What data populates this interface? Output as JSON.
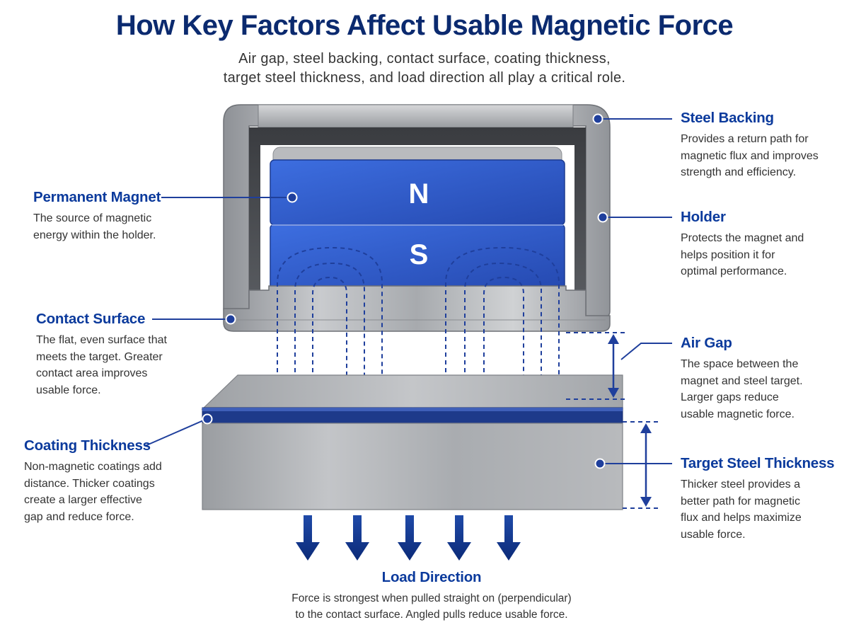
{
  "title": "How Key Factors Affect Usable Magnetic Force",
  "subtitle": {
    "line1": "Air gap, steel backing, contact surface, coating thickness,",
    "line2": "target steel thickness, and load direction all play a critical role."
  },
  "magnet": {
    "north_label": "N",
    "south_label": "S"
  },
  "callouts": {
    "steel_backing": {
      "title": "Steel Backing",
      "lines": [
        "Provides a return path for",
        "magnetic flux and improves",
        "strength and efficiency."
      ]
    },
    "permanent_magnet": {
      "title": "Permanent Magnet",
      "lines": [
        "The source of magnetic",
        "energy within the holder."
      ]
    },
    "holder": {
      "title": "Holder",
      "lines": [
        "Protects the magnet and",
        "helps position it for",
        "optimal performance."
      ]
    },
    "contact_surface": {
      "title": "Contact Surface",
      "lines": [
        "The flat, even surface that",
        "meets the target. Greater",
        "contact area improves",
        "usable force."
      ]
    },
    "air_gap": {
      "title": "Air Gap",
      "lines": [
        "The space between the",
        "magnet and steel target.",
        "Larger gaps reduce",
        "usable magnetic force."
      ]
    },
    "coating_thickness": {
      "title": "Coating Thickness",
      "lines": [
        "Non-magnetic coatings add",
        "distance. Thicker coatings",
        "create a larger effective",
        "gap and reduce force."
      ]
    },
    "target_steel_thickness": {
      "title": "Target Steel Thickness",
      "lines": [
        "Thicker steel provides a",
        "better path for magnetic",
        "flux and helps maximize",
        "usable force."
      ]
    },
    "load_direction": {
      "title": "Load Direction",
      "lines": [
        "Force is strongest when pulled straight on (perpendicular)",
        "to the contact surface. Angled pulls reduce usable force."
      ]
    }
  },
  "colors": {
    "title_navy": "#0b2a6f",
    "callout_blue": "#0b3a9c",
    "magnet_blue": "#2f5fd0",
    "steel_gray": "#a9acb0",
    "coating_navy": "#1e3a8a"
  }
}
